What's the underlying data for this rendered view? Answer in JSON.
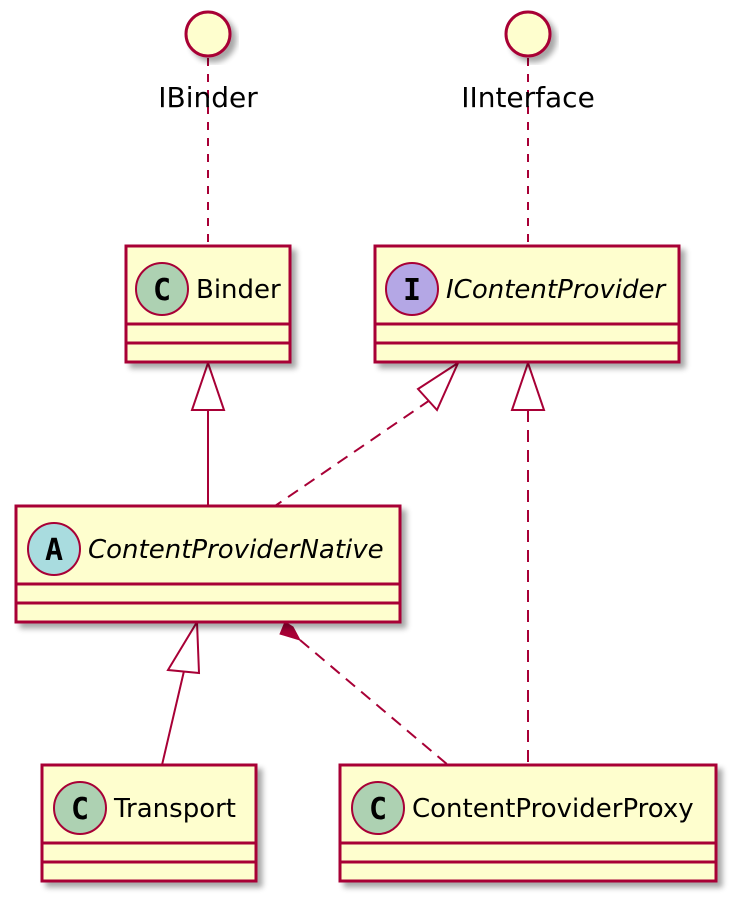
{
  "diagram": {
    "colors": {
      "box_fill": "#FEFECE",
      "border": "#A80036",
      "class_circle": "#ADD1B2",
      "abstract_circle": "#A9DCDF",
      "interface_circle": "#B4A7E5"
    },
    "interfaces": {
      "ibinder": "IBinder",
      "iinterface": "IInterface"
    },
    "classes": {
      "binder": {
        "name": "Binder",
        "stereotype": "C"
      },
      "icontentprovider": {
        "name": "IContentProvider",
        "stereotype": "I"
      },
      "contentprovidernative": {
        "name": "ContentProviderNative",
        "stereotype": "A"
      },
      "transport": {
        "name": "Transport",
        "stereotype": "C"
      },
      "contentproviderproxy": {
        "name": "ContentProviderProxy",
        "stereotype": "C"
      }
    }
  }
}
